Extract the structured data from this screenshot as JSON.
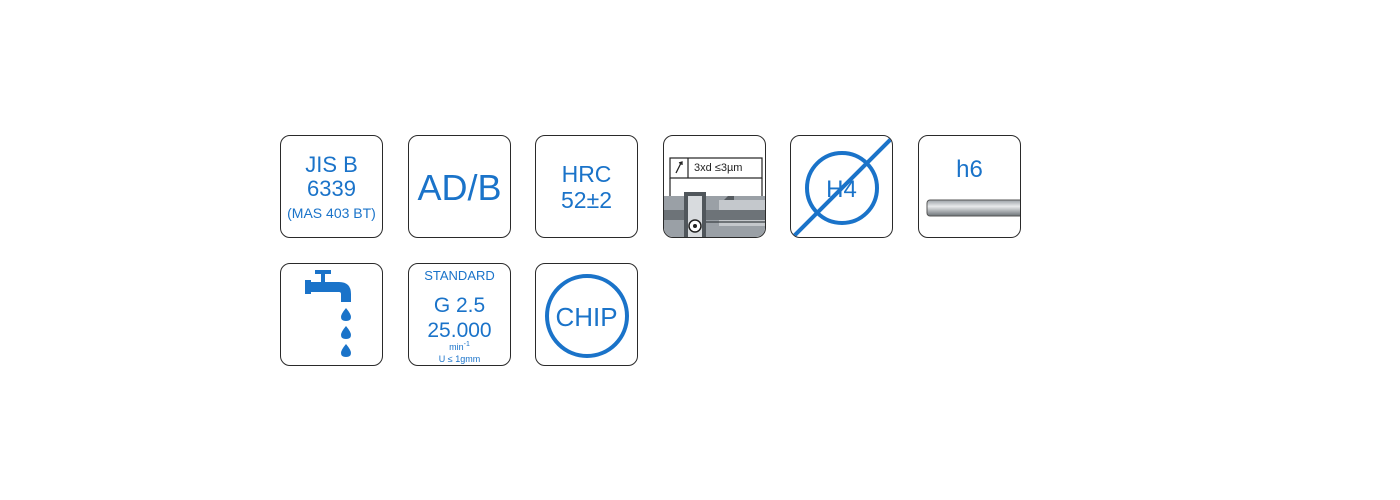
{
  "colors": {
    "accent": "#1a73c9",
    "border": "#2a2a2a"
  },
  "icons": {
    "jis": {
      "line1": "JIS B",
      "line2": "6339",
      "line3": "(MAS 403 BT)"
    },
    "adb": {
      "label": "AD/B"
    },
    "hrc": {
      "line1": "HRC",
      "line2": "52±2"
    },
    "runout": {
      "tolerance": "3xd ≤3µm",
      "icon": "runout-gauge-icon"
    },
    "h4": {
      "label": "H4"
    },
    "h6": {
      "label": "h6",
      "icon": "shank-rod-icon"
    },
    "coolant": {
      "icon": "water-tap-icon"
    },
    "balance": {
      "line1": "STANDARD",
      "line2": "G 2.5",
      "line3": "25.000",
      "line4": "min-1",
      "line5": "U ≤ 1gmm"
    },
    "chip": {
      "label": "CHIP"
    }
  }
}
